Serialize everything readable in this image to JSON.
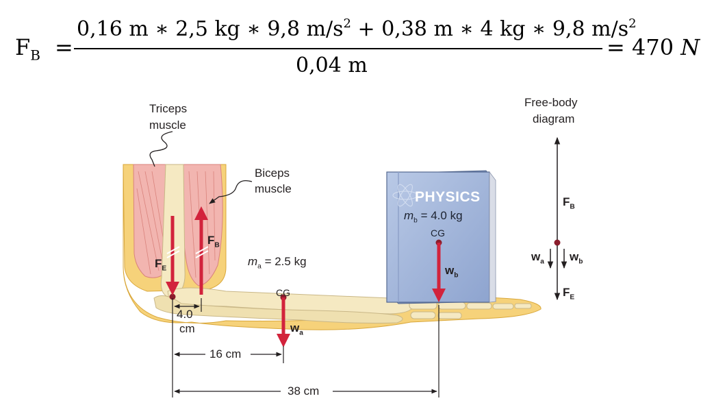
{
  "equation": {
    "lhs_symbol": "F",
    "lhs_subscript": "B",
    "eq_sign": "=",
    "numerator_term1": "0,16 m ∗ 2,5 kg ∗ 9,8 m/s",
    "numerator_exp1": "2",
    "numerator_plus": " + ",
    "numerator_term2": "0,38 m ∗ 4 kg ∗ 9,8 m/s",
    "numerator_exp2": "2",
    "denominator": "0,04 m",
    "result_prefix": "= 470 ",
    "result_unit": "N"
  },
  "diagram": {
    "triceps_label_line1": "Triceps",
    "triceps_label_line2": "muscle",
    "biceps_label_line1": "Biceps",
    "biceps_label_line2": "muscle",
    "free_body_line1": "Free-body",
    "free_body_line2": "diagram",
    "book_title": "PHYSICS",
    "book_mass_symbol": "m",
    "book_mass_sub": "b",
    "book_mass_value": " = 4.0 kg",
    "book_cg": "CG",
    "forearm_mass_symbol": "m",
    "forearm_mass_sub": "a",
    "forearm_mass_value": " = 2.5 kg",
    "forearm_cg": "CG",
    "force_FB": "F",
    "force_FB_sub": "B",
    "force_FE": "F",
    "force_FE_sub": "E",
    "weight_wa": "w",
    "weight_wa_sub": "a",
    "weight_wb": "w",
    "weight_wb_sub": "b",
    "fbd_FB": "F",
    "fbd_FB_sub": "B",
    "fbd_FE": "F",
    "fbd_FE_sub": "E",
    "fbd_wa": "w",
    "fbd_wa_sub": "a",
    "fbd_wb": "w",
    "fbd_wb_sub": "b",
    "dim_4": "4.0",
    "dim_4_unit": "cm",
    "dim_16": "16 cm",
    "dim_38": "38 cm"
  },
  "colors": {
    "force_arrow": "#d2233c",
    "bone": "#f5e9c2",
    "skin": "#f6d27a",
    "muscle": "#f2b5b0",
    "book": "#9fb3d8"
  }
}
